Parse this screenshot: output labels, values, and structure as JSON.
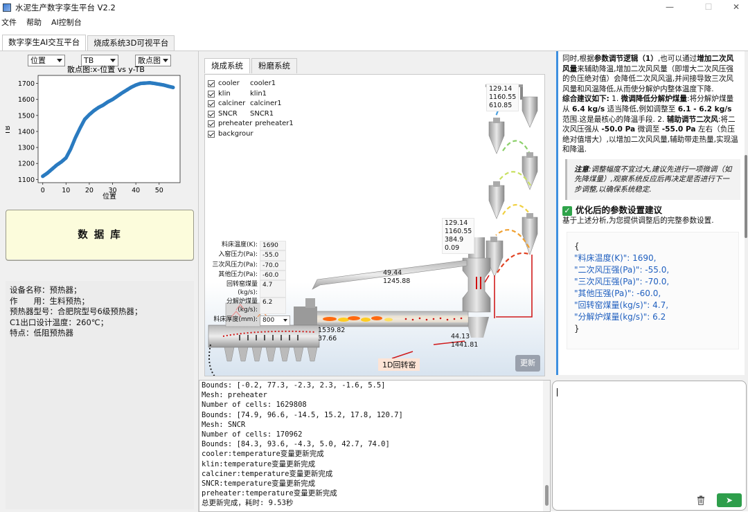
{
  "window": {
    "title": "水泥生产数字孪生平台 V2.2",
    "minimize": "—",
    "maximize": "☐",
    "close": "✕"
  },
  "menu": {
    "file": "文件",
    "help": "帮助",
    "ai": "AI控制台"
  },
  "tabs": {
    "ai": "数字孪生AI交互平台",
    "viz": "烧成系统3D可视平台"
  },
  "plot": {
    "selects": {
      "x": "位置",
      "y": "TB",
      "type": "散点图"
    },
    "chart_data": {
      "type": "scatter",
      "title": "散点图:x-位置 vs y-TB",
      "xlabel": "位置",
      "ylabel": "TB",
      "xlim": [
        -2,
        59
      ],
      "ylim": [
        1080,
        1750
      ],
      "xticks": [
        0,
        10,
        20,
        30,
        40,
        50
      ],
      "yticks": [
        1100,
        1200,
        1300,
        1400,
        1500,
        1600,
        1700
      ],
      "color": "#2b7bc0",
      "x": [
        0,
        2,
        4,
        6,
        8,
        10,
        12,
        14,
        16,
        18,
        20,
        22,
        24,
        26,
        28,
        30,
        32,
        34,
        36,
        38,
        40,
        42,
        44,
        46,
        48,
        50,
        52,
        54,
        56
      ],
      "y": [
        1120,
        1140,
        1165,
        1190,
        1210,
        1235,
        1290,
        1360,
        1420,
        1475,
        1505,
        1530,
        1550,
        1565,
        1585,
        1600,
        1620,
        1640,
        1658,
        1676,
        1690,
        1700,
        1702,
        1704,
        1700,
        1695,
        1690,
        1682,
        1675
      ]
    }
  },
  "database_button": "数 据 库",
  "equipment_info": [
    "设备名称：预热器；",
    "作　　用：生料预热；",
    "预热器型号：合肥院型号6级预热器；",
    "C1出口设计温度：260℃；",
    "特点：低阻预热器"
  ],
  "scene": {
    "tabs": {
      "firing": "烧成系统",
      "grinding": "粉磨系统"
    },
    "layers": [
      {
        "name": "cooler",
        "value": "cooler1"
      },
      {
        "name": "klin",
        "value": "klin1"
      },
      {
        "name": "calciner",
        "value": "calciner1"
      },
      {
        "name": "SNCR",
        "value": "SNCR1"
      },
      {
        "name": "preheater",
        "value": "preheater1"
      },
      {
        "name": "backgrour",
        "value": ""
      }
    ],
    "params": [
      {
        "label": "料床温度(K):",
        "value": "1690"
      },
      {
        "label": "入窑压力(Pa):",
        "value": "-55.0"
      },
      {
        "label": "三次风压力(Pa):",
        "value": "-70.0"
      },
      {
        "label": "其他压力(Pa):",
        "value": "-60.0"
      },
      {
        "label": "回转窑煤量(kg/s):",
        "value": "4.7"
      },
      {
        "label": "分解炉煤量(kg/s):",
        "value": "6.2"
      },
      {
        "label": "料床厚度(mm):",
        "value": "800"
      }
    ],
    "top_readout": [
      "129.14",
      "1160.55",
      "610.85"
    ],
    "mid_readout": [
      "129.14",
      "1160.55",
      "384.9",
      "0.09"
    ],
    "duct_readout": [
      "49.44",
      "1245.88"
    ],
    "kiln_left_readout": [
      "1539.82",
      "37.66"
    ],
    "kiln_right_readout": [
      "44.13",
      "1441.81"
    ],
    "kiln_label": "1D回转窑",
    "update_button": "更新"
  },
  "console_lines": [
    "Bounds: [-0.2, 77.3, -2.3, 2.3, -1.6, 5.5]",
    "Mesh: preheater",
    "Number of cells: 1629808",
    "Bounds: [74.9, 96.6, -14.5, 15.2, 17.8, 120.7]",
    "Mesh: SNCR",
    "Number of cells: 170962",
    "Bounds: [84.3, 93.6, -4.3, 5.0, 42.7, 74.0]",
    "cooler:temperature变量更新完成",
    "klin:temperature变量更新完成",
    "calciner:temperature变量更新完成",
    "SNCR:temperature变量更新完成",
    "preheater:temperature变量更新完成",
    "总更新完成，耗时: 9.53秒"
  ],
  "advice": {
    "p1_a": "同时,根据",
    "p1_b": "参数调节逻辑（1）",
    "p1_c": ",也可以通过",
    "p1_d": "增加二次风风量",
    "p1_e": "来辅助降温,增加二次风风量（即增大二次风压强的负压绝对值）会降低二次风风温,并间接导致三次风风量和风温降低,从而使分解炉内整体温度下降.",
    "p2_a": "综合建议如下:",
    "p2_b": " 1. ",
    "p2_c": "微调降低分解炉煤量",
    "p2_d": ":将分解炉煤量从 ",
    "p2_e": "6.4 kg/s",
    "p2_f": " 适当降低,例如调整至 ",
    "p2_g": "6.1 - 6.2 kg/s",
    "p2_h": " 范围.这是最核心的降温手段. 2. ",
    "p2_i": "辅助调节二次风",
    "p2_j": ":将二次风压强从 ",
    "p2_k": "-50.0 Pa",
    "p2_l": " 微调至 ",
    "p2_m": "-55.0 Pa",
    "p2_n": " 左右（负压绝对值增大）,以增加二次风风量,辅助带走热量,实现温和降温.",
    "note_a": "注意",
    "note_b": ":调整幅度不宜过大,建议先进行一项微调（如先降煤量）,观察系统反应后再决定是否进行下一步调整,以确保系统稳定.",
    "section_title": "优化后的参数设置建议",
    "section_desc": "基于上述分析,为您提供调整后的完整参数设置.",
    "code_open": "{",
    "code_lines": [
      "\"料床温度(K)\": 1690,",
      "\"二次风压强(Pa)\": -55.0,",
      "\"三次风压强(Pa)\": -70.0,",
      "\"其他压强(Pa)\": -60.0,",
      "\"回转窑煤量(kg/s)\": 4.7,",
      "\"分解炉煤量(kg/s)\": 6.2"
    ],
    "code_close": "}"
  },
  "chat": {
    "send": "➤"
  }
}
